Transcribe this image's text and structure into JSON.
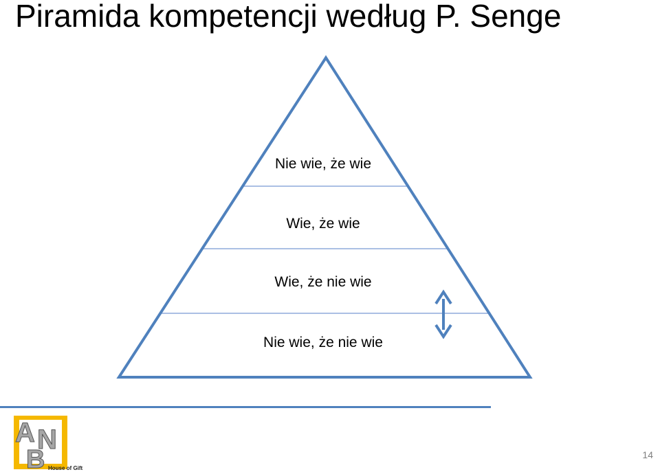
{
  "slide": {
    "title": "Piramida kompetencji według P. Senge",
    "page_number": "14"
  },
  "pyramid": {
    "levels": [
      "Nie wie, że wie",
      "Wie, że wie",
      "Wie, że nie wie",
      "Nie wie, że nie wie"
    ],
    "outline_color": "#4f81bd",
    "divider_color": "#8eaadb",
    "arrow_color": "#4f81bd",
    "arrow_icon": "double-vertical-arrow-icon"
  },
  "footer": {
    "logo_text": "House of Gifts",
    "logo_colors": {
      "frame": "#f5b800",
      "letters": "#a6a6a6"
    }
  }
}
